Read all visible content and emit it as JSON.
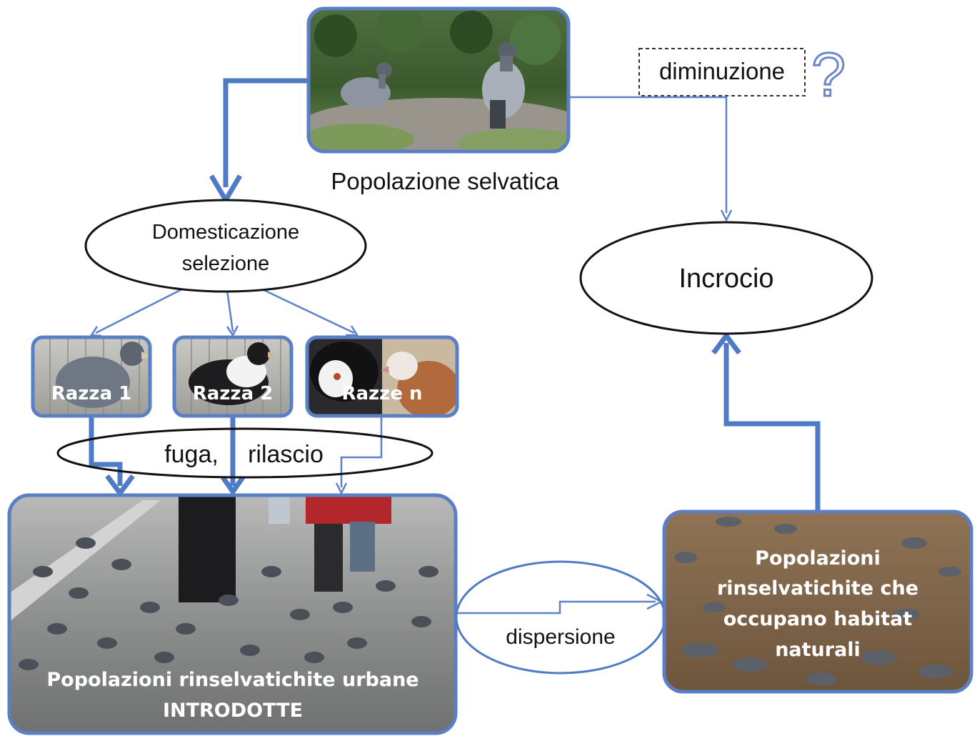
{
  "diagram": {
    "wild_population_label": "Popolazione selvatica",
    "decline_label": "diminuzione",
    "question_mark": "?",
    "domestication_line1": "Domesticazione",
    "domestication_line2": "selezione",
    "breeds": [
      "Razza 1",
      "Razza 2",
      "Razze n"
    ],
    "escape_label_part1": "fuga,",
    "escape_label_part2": "rilascio",
    "urban_line1": "Popolazioni rinselvatichite urbane",
    "urban_line2": "INTRODOTTE",
    "dispersal_label": "dispersione",
    "natural_lines": [
      "Popolazioni",
      "rinselvatichite che",
      "occupano habitat",
      "naturali"
    ],
    "crossing_label": "Incrocio"
  },
  "colors": {
    "arrow_blue": "#4f7bc6",
    "frame_blue": "#5b7fc4"
  }
}
